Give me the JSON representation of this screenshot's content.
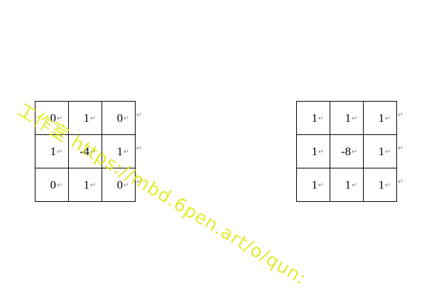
{
  "return_mark": "↵",
  "watermark_text": "工作室 https://mbd.6pen.art/o/qun:",
  "left_kernel": {
    "rows": [
      [
        "0",
        "1",
        "0"
      ],
      [
        "1",
        "-4",
        "1"
      ],
      [
        "0",
        "1",
        "0"
      ]
    ]
  },
  "right_kernel": {
    "rows": [
      [
        "1",
        "1",
        "1"
      ],
      [
        "1",
        "-8",
        "1"
      ],
      [
        "1",
        "1",
        "1"
      ]
    ]
  }
}
